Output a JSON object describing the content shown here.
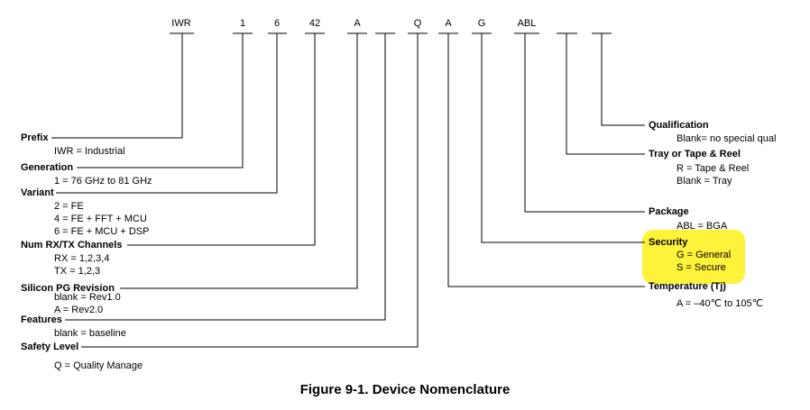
{
  "part_fields": [
    "IWR",
    "1",
    "6",
    "42",
    "A",
    "",
    "Q",
    "A",
    "G",
    "ABL",
    "",
    ""
  ],
  "left": {
    "prefix": {
      "title": "Prefix",
      "lines": [
        "IWR = Industrial"
      ]
    },
    "generation": {
      "title": "Generation",
      "lines": [
        "1 = 76 GHz to 81 GHz"
      ]
    },
    "variant": {
      "title": "Variant",
      "lines": [
        "2 = FE",
        "4 = FE + FFT + MCU",
        "6 = FE + MCU + DSP"
      ]
    },
    "channels": {
      "title": "Num RX/TX Channels",
      "lines": [
        "RX = 1,2,3,4",
        "TX = 1,2,3"
      ]
    },
    "revision": {
      "title": "Silicon PG Revision",
      "lines": [
        "blank = Rev1.0",
        "A = Rev2.0"
      ]
    },
    "features": {
      "title": "Features",
      "lines": [
        "blank = baseline"
      ]
    },
    "safety": {
      "title": "Safety Level",
      "lines": [
        "Q = Quality Manage"
      ]
    }
  },
  "right": {
    "qualification": {
      "title": "Qualification",
      "lines": [
        "Blank= no special qual"
      ]
    },
    "tray": {
      "title": "Tray or Tape & Reel",
      "lines": [
        "R = Tape & Reel",
        "Blank = Tray"
      ]
    },
    "package": {
      "title": "Package",
      "lines": [
        "ABL = BGA"
      ]
    },
    "security": {
      "title": "Security",
      "lines": [
        "G = General",
        "S = Secure"
      ]
    },
    "temperature": {
      "title": "Temperature (Tj)",
      "lines": [
        "A = –40℃ to 105℃"
      ]
    }
  },
  "caption": "Figure 9-1. Device Nomenclature",
  "highlight_color": "#fff23a"
}
